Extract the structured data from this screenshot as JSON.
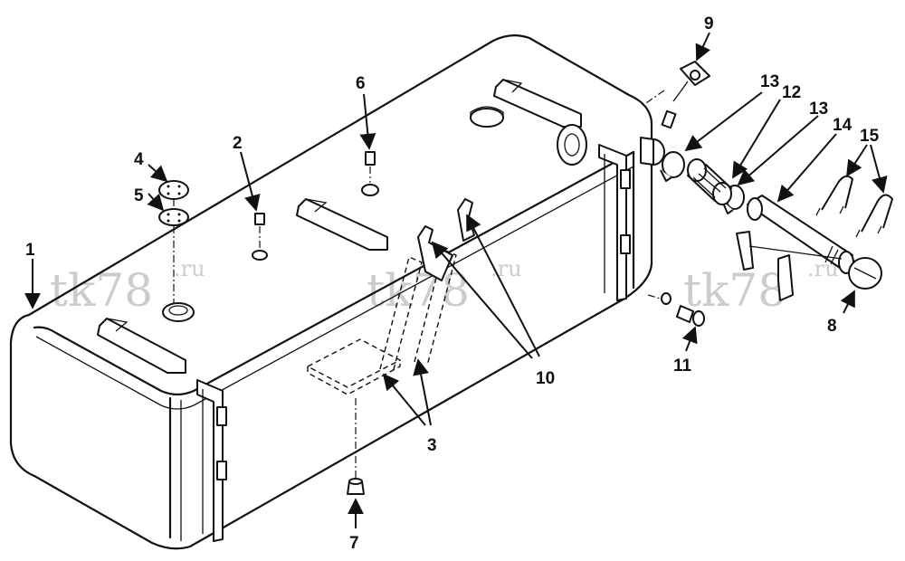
{
  "watermark": {
    "text": "tk78",
    "suffix": ".ru"
  },
  "callouts": [
    {
      "id": "c1",
      "label": "1"
    },
    {
      "id": "c2",
      "label": "2"
    },
    {
      "id": "c3",
      "label": "3"
    },
    {
      "id": "c4",
      "label": "4"
    },
    {
      "id": "c5",
      "label": "5"
    },
    {
      "id": "c6",
      "label": "6"
    },
    {
      "id": "c7",
      "label": "7"
    },
    {
      "id": "c8",
      "label": "8"
    },
    {
      "id": "c9",
      "label": "9"
    },
    {
      "id": "c10",
      "label": "10"
    },
    {
      "id": "c11",
      "label": "11"
    },
    {
      "id": "c12",
      "label": "12"
    },
    {
      "id": "c13a",
      "label": "13"
    },
    {
      "id": "c13b",
      "label": "13"
    },
    {
      "id": "c14",
      "label": "14"
    },
    {
      "id": "c15",
      "label": "15"
    }
  ]
}
